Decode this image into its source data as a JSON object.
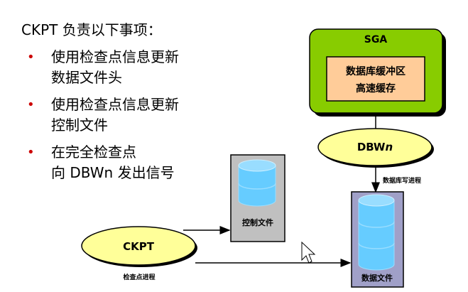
{
  "title": "CKPT 负责以下事项：",
  "bullets": [
    {
      "lines": [
        "使用检查点信息更新",
        "数据文件头"
      ]
    },
    {
      "lines": [
        "使用检查点信息更新",
        "控制文件"
      ]
    },
    {
      "lines": [
        "在完全检查点",
        "向 DBWn 发出信号"
      ]
    }
  ],
  "diagram": {
    "sga_label": "SGA",
    "buffer_cache_line1": "数据库缓冲区",
    "buffer_cache_line2": "高速缓存",
    "dbwn_label": "DBW",
    "dbwn_italic": "n",
    "dbwn_process_label": "数据库写进程",
    "control_file_label": "控制文件",
    "data_file_label": "数据文件",
    "ckpt_label": "CKPT",
    "ckpt_process_label": "检查点进程"
  },
  "colors": {
    "sga_fill": "#88cc00",
    "cache_fill": "#ffcc99",
    "ellipse_fill": "#ffff99",
    "cylinder_fill": "#66ccff",
    "control_box_fill": "#c0c0c0",
    "data_box_fill": "#a0a0c8",
    "bullet_color": "#cc0000"
  }
}
